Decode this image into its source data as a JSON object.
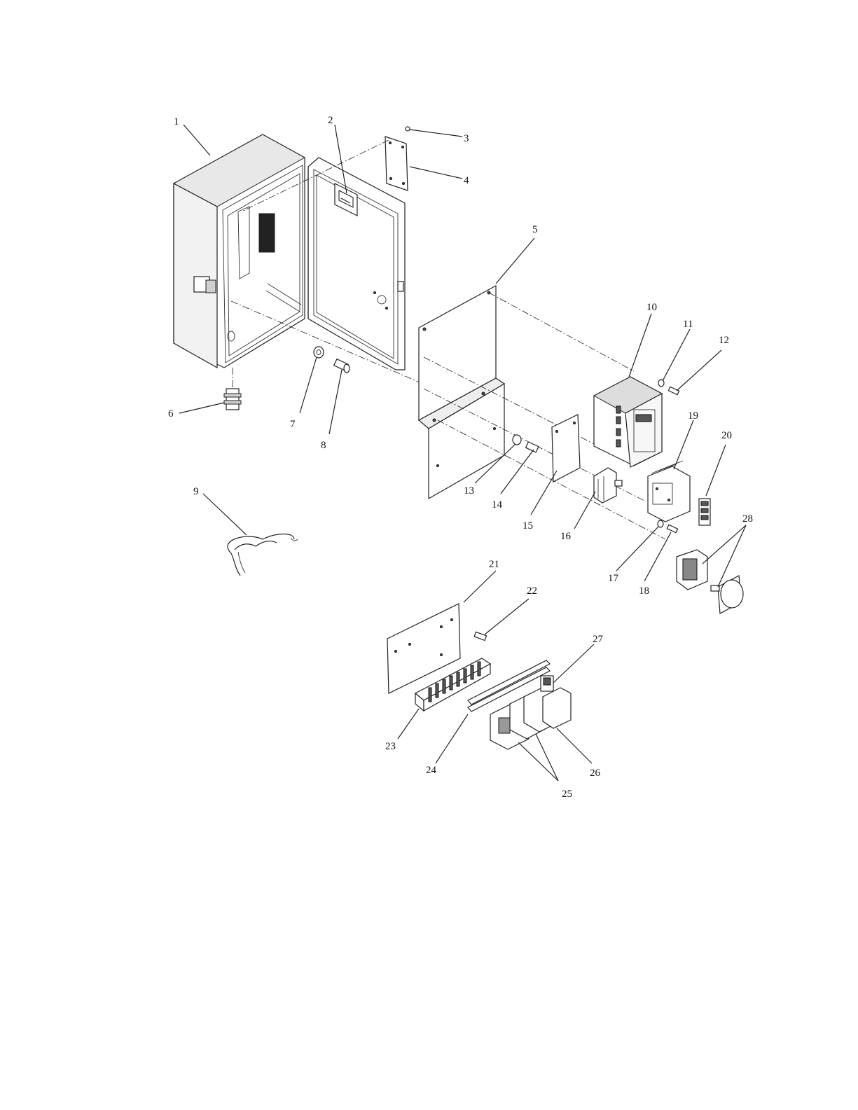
{
  "diagram": {
    "callouts": [
      {
        "id": "c1",
        "text": "1"
      },
      {
        "id": "c2",
        "text": "2"
      },
      {
        "id": "c3",
        "text": "3"
      },
      {
        "id": "c4",
        "text": "4"
      },
      {
        "id": "c5",
        "text": "5"
      },
      {
        "id": "c6",
        "text": "6"
      },
      {
        "id": "c7",
        "text": "7"
      },
      {
        "id": "c8",
        "text": "8"
      },
      {
        "id": "c9",
        "text": "9"
      },
      {
        "id": "c10",
        "text": "10"
      },
      {
        "id": "c11",
        "text": "11"
      },
      {
        "id": "c12",
        "text": "12"
      },
      {
        "id": "c13",
        "text": "13"
      },
      {
        "id": "c14",
        "text": "14"
      },
      {
        "id": "c15",
        "text": "15"
      },
      {
        "id": "c16",
        "text": "16"
      },
      {
        "id": "c17",
        "text": "17"
      },
      {
        "id": "c18",
        "text": "18"
      },
      {
        "id": "c19",
        "text": "19"
      },
      {
        "id": "c20",
        "text": "20"
      },
      {
        "id": "c21",
        "text": "21"
      },
      {
        "id": "c22",
        "text": "22"
      },
      {
        "id": "c23",
        "text": "23"
      },
      {
        "id": "c24",
        "text": "24"
      },
      {
        "id": "c25",
        "text": "25"
      },
      {
        "id": "c26",
        "text": "26"
      },
      {
        "id": "c27",
        "text": "27"
      },
      {
        "id": "c28",
        "text": "28"
      }
    ]
  }
}
